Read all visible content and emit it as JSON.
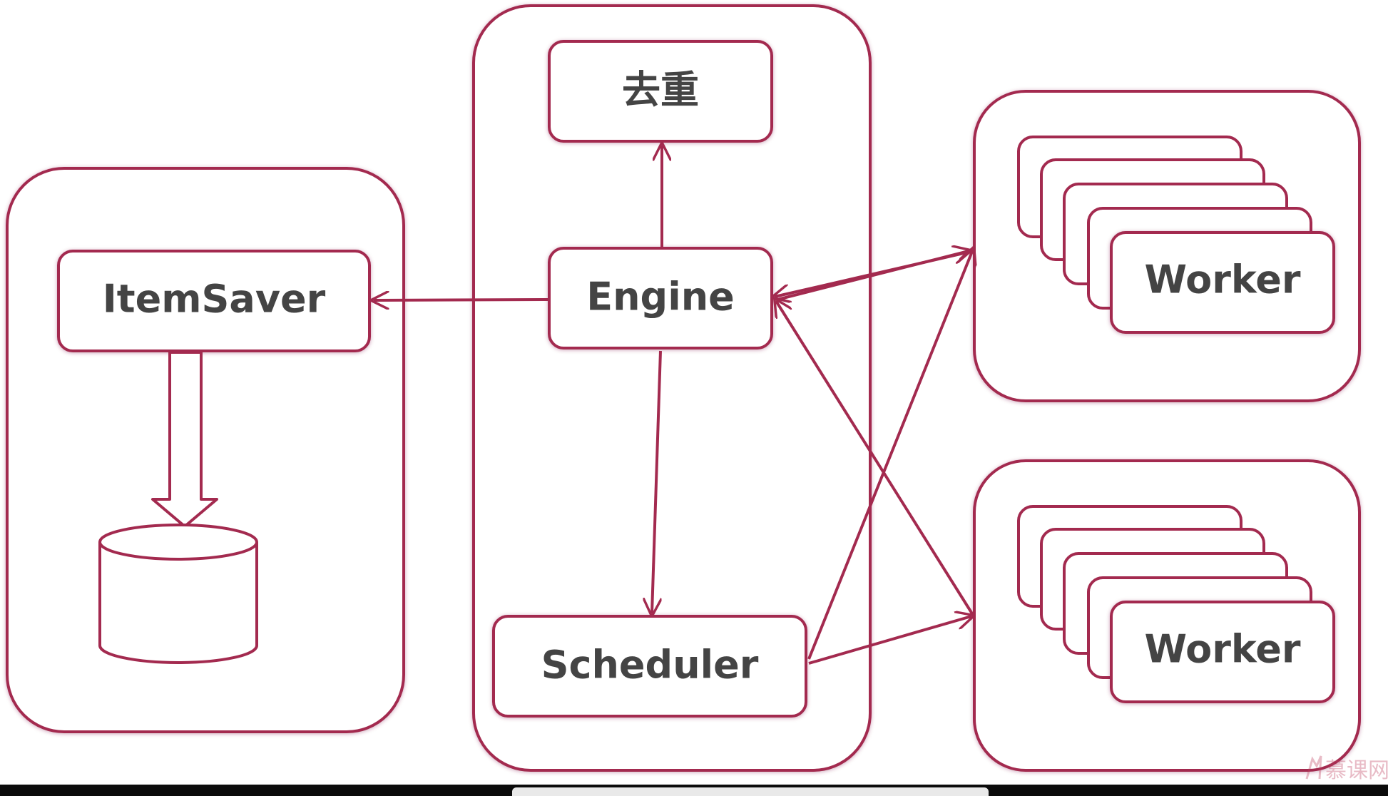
{
  "colors": {
    "stroke": "#a32a4f",
    "text": "#444444",
    "background": "#ffffff",
    "bar": "#0b0b0b"
  },
  "nodes": {
    "dedup_label": "去重",
    "engine_label": "Engine",
    "itemsaver_label": "ItemSaver",
    "scheduler_label": "Scheduler",
    "worker_top_label": "Worker",
    "worker_bottom_label": "Worker"
  },
  "icons": {
    "storage": "database-cylinder-icon",
    "save_flow": "hollow-down-arrow-icon",
    "watermark": "imooc-logo-icon"
  },
  "watermark_text": "慕课网"
}
